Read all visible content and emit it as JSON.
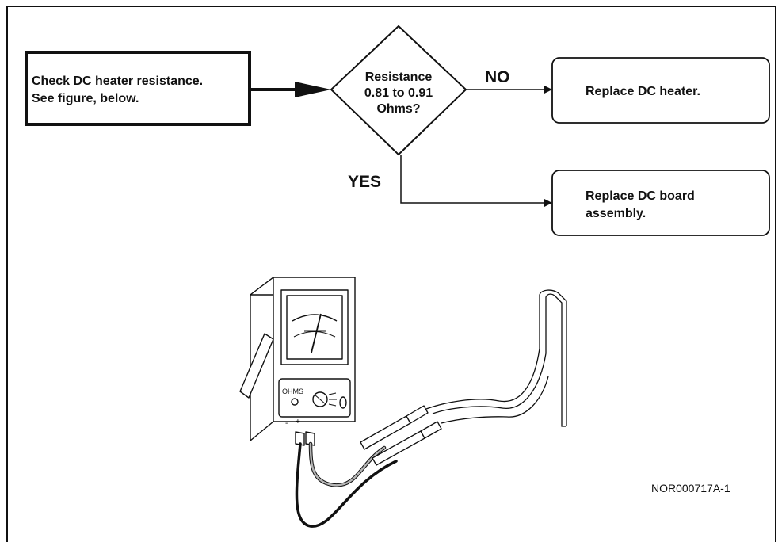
{
  "flowchart": {
    "start_box": {
      "line1": "Check DC heater resistance.",
      "line2": "See figure, below."
    },
    "decision": {
      "line1": "Resistance",
      "line2": "0.81 to 0.91",
      "line3": "Ohms?"
    },
    "branch_no": {
      "label": "NO",
      "action": "Replace DC heater."
    },
    "branch_yes": {
      "label": "YES",
      "action_line1": "Replace DC board",
      "action_line2": "assembly."
    }
  },
  "meter": {
    "dial_label": "OHMS",
    "minus_sign": "-",
    "plus_sign": "+"
  },
  "figure_id": "NOR000717A-1",
  "colors": {
    "ink": "#111111",
    "lead_black": "#111111",
    "lead_grey": "#b4b4b4",
    "background": "#ffffff"
  }
}
